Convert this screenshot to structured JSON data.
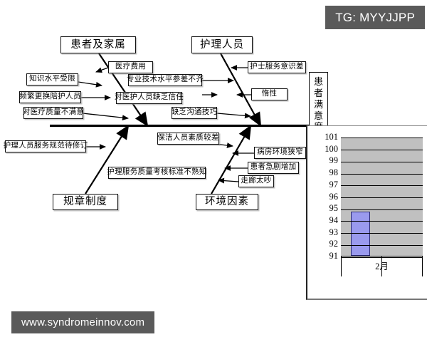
{
  "watermarks": {
    "tag": "TG: MYYJJPP",
    "site": "www.syndromeinnov.com"
  },
  "diagram": {
    "type": "fishbone-ishikawa",
    "head_label": "患者满意度",
    "head_label_chars": [
      "患",
      "者",
      "满",
      "意",
      "度"
    ],
    "categories": [
      {
        "id": "patients-family",
        "label": "患者及家属",
        "position": "top-left",
        "causes": [
          "医疗费用",
          "知识水平受限",
          "频繁更换陪护人员",
          "对医疗质量不满意"
        ]
      },
      {
        "id": "nursing-staff",
        "label": "护理人员",
        "position": "top-right",
        "causes": [
          "护士服务意识差",
          "专业技术水平参差不齐",
          "对医护人员缺乏信任",
          "惰性",
          "缺乏沟通技巧"
        ]
      },
      {
        "id": "rules-system",
        "label": "规章制度",
        "position": "bottom-left",
        "causes": [
          "护理人员服务规范待修订",
          "护理服务质量考核标准不熟知"
        ]
      },
      {
        "id": "environment",
        "label": "环境因素",
        "position": "bottom-right",
        "causes": [
          "保洁人员素质较差",
          "病房环境狭窄",
          "患者急剧增加",
          "走廊太吵"
        ]
      }
    ]
  },
  "chart_data": {
    "type": "bar",
    "title": "",
    "categories": [
      "2月"
    ],
    "values": [
      94.7
    ],
    "series": [
      {
        "name": "患者满意度",
        "values": [
          94.7
        ]
      }
    ],
    "xlabel": "",
    "ylabel": "",
    "ylim": [
      91,
      101
    ],
    "yticks": [
      101,
      100,
      99,
      98,
      97,
      96,
      95,
      94,
      93,
      92,
      91
    ],
    "ytick_labels": [
      "101",
      "100",
      "99",
      "98",
      "97",
      "96",
      "95",
      "94",
      "93",
      "92",
      "91"
    ],
    "grid": true,
    "legend": false,
    "plot_bgcolor": "#c0c0c0",
    "bar_color": "#9a9aee",
    "bar_border_color": "#2b2b72"
  },
  "colors": {
    "badge_bg": "#5a5a5a",
    "badge_text": "#ffffff",
    "line": "#000000",
    "box_border": "#111111",
    "page_bg": "#ffffff"
  }
}
